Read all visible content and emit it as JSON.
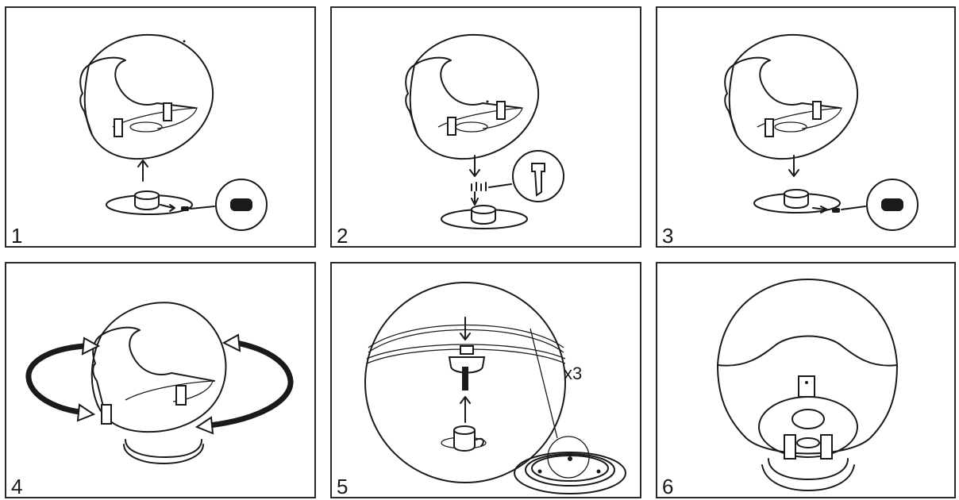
{
  "steps": [
    {
      "number": "1"
    },
    {
      "number": "2"
    },
    {
      "number": "3"
    },
    {
      "number": "4"
    },
    {
      "number": "5",
      "quantity_label": "x3"
    },
    {
      "number": "6"
    }
  ]
}
